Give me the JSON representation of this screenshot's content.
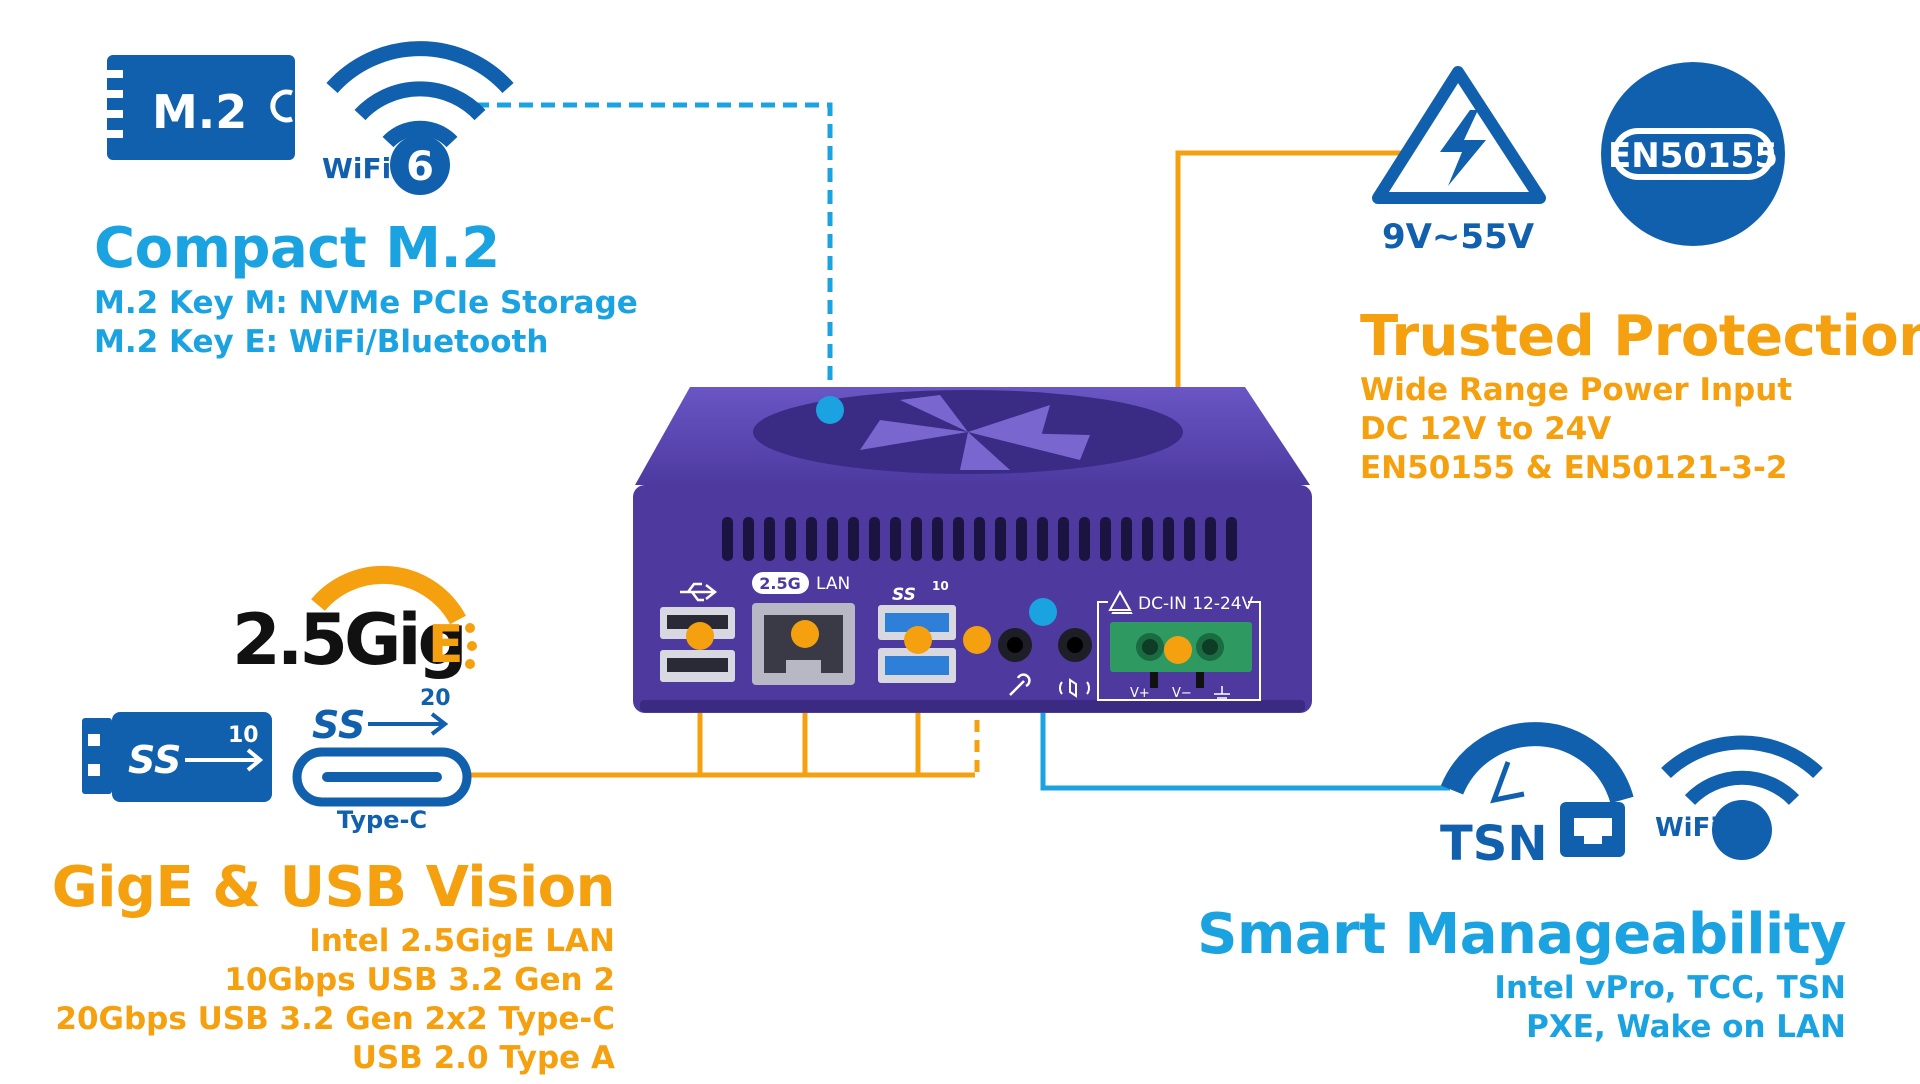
{
  "colors": {
    "cyan": "#1aa3e0",
    "orange": "#f5a00f",
    "blue": "#1060ae",
    "device": "#4e3a9e",
    "device_dark": "#2d2070",
    "terminal_green": "#2e9a62"
  },
  "icons": {
    "m2": {
      "label": "M.2"
    },
    "wifi6": {
      "label": "WiFi",
      "number": "6"
    },
    "power": {
      "label": "9V~55V"
    },
    "en50155": {
      "label": "EN50155"
    },
    "gige": {
      "label": "2.5Gig",
      "suffix": "E"
    },
    "usb_a": {
      "label": "SS",
      "number": "10"
    },
    "usb_c": {
      "label": "SS",
      "number": "20",
      "caption": "Type-C"
    },
    "tsn": {
      "label": "TSN"
    },
    "wifi_small": {
      "label": "WiFi"
    }
  },
  "device": {
    "lan_label": "LAN",
    "lan_speed": "2.5G",
    "usb3_label": "SS",
    "usb3_number": "10",
    "dc_label": "DC-IN 12-24V",
    "v_plus": "V+",
    "v_minus": "V−"
  },
  "sections": {
    "compact": {
      "title": "Compact M.2",
      "lines": [
        "M.2 Key M: NVMe PCIe Storage",
        "M.2 Key E: WiFi/Bluetooth"
      ]
    },
    "trusted": {
      "title": "Trusted Protection",
      "lines": [
        "Wide Range Power Input",
        "DC 12V to 24V",
        "EN50155 & EN50121-3-2"
      ]
    },
    "vision": {
      "title": "GigE & USB Vision",
      "lines": [
        "Intel 2.5GigE LAN",
        "10Gbps USB 3.2 Gen 2",
        "20Gbps USB 3.2 Gen 2x2 Type-C",
        "USB 2.0 Type A"
      ]
    },
    "smart": {
      "title": "Smart Manageability",
      "lines": [
        "Intel vPro, TCC, TSN",
        "PXE, Wake on LAN"
      ]
    }
  }
}
